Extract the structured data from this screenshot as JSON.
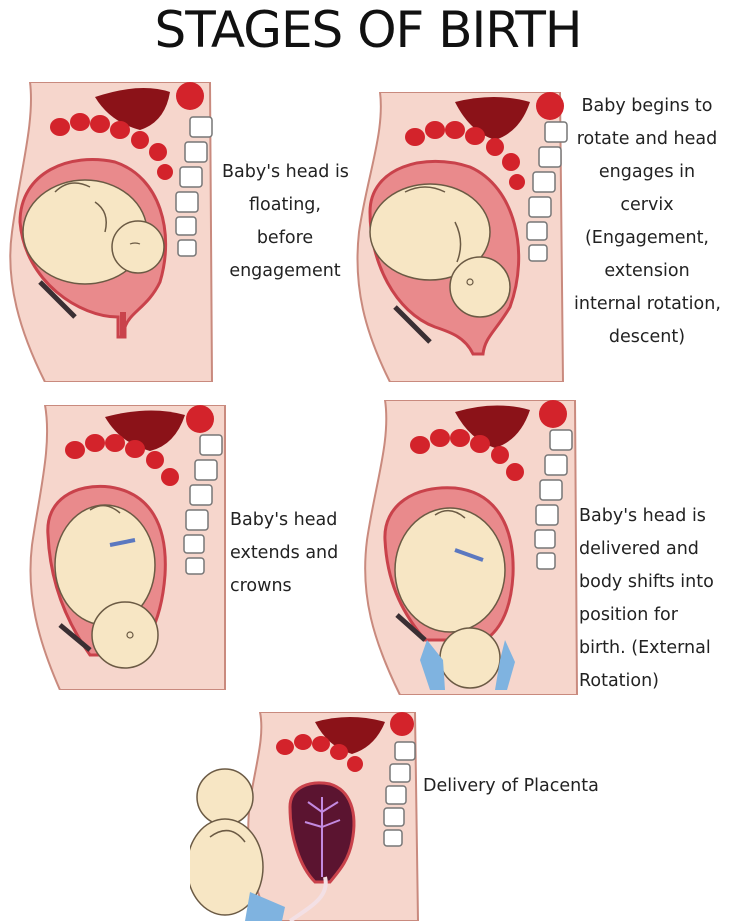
{
  "title": "STAGES OF BIRTH",
  "stages": [
    {
      "caption": [
        "Baby's head is",
        "floating,",
        "before",
        "engagement"
      ]
    },
    {
      "caption": [
        "Baby begins to",
        "rotate and head",
        "engages in",
        "cervix",
        "(Engagement,",
        "extension",
        "internal rotation,",
        "descent)"
      ]
    },
    {
      "caption": [
        "Baby's head",
        "extends and",
        "crowns"
      ]
    },
    {
      "caption": [
        "Baby's head is",
        "delivered and",
        "body shifts into",
        "position for",
        "birth. (External",
        "Rotation)"
      ]
    },
    {
      "caption": [
        "Delivery of Placenta"
      ]
    }
  ],
  "colors": {
    "skin": "#f6d6cc",
    "uterus": "#e98a8c",
    "uterus_wall": "#c9424b",
    "organ_red": "#d3232b",
    "liver": "#8b1218",
    "baby": "#f7e6c4",
    "vertebra": "#ffffff",
    "glove": "#7fb3e0",
    "placenta": "#b23a7a"
  }
}
